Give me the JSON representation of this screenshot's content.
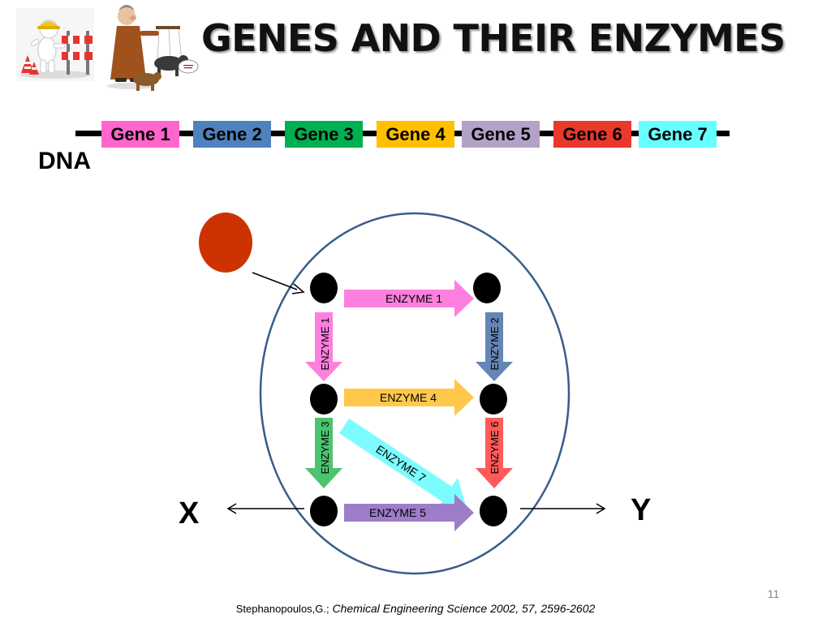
{
  "title": "GENES AND THEIR ENZYMES",
  "dna_label": "DNA",
  "genes": [
    {
      "label": "Gene 1",
      "color": "#ff66cc"
    },
    {
      "label": "Gene 2",
      "color": "#4f81bd"
    },
    {
      "label": "Gene 3",
      "color": "#00b050"
    },
    {
      "label": "Gene 4",
      "color": "#ffc000"
    },
    {
      "label": "Gene 5",
      "color": "#b3a2c7"
    },
    {
      "label": "Gene 6",
      "color": "#e8392c"
    },
    {
      "label": "Gene 7",
      "color": "#66ffff"
    }
  ],
  "pathway": {
    "substrate_color": "#cc3300",
    "cell_outline_color": "#385d8a",
    "enzymes": [
      {
        "id": "enzyme-1-horizontal",
        "label": "ENZYME 1",
        "color": "#ff7fdf"
      },
      {
        "id": "enzyme-1-vertical",
        "label": "ENZYME 1",
        "color": "#ff7fdf"
      },
      {
        "id": "enzyme-2",
        "label": "ENZYME 2",
        "color": "#6485b5"
      },
      {
        "id": "enzyme-3",
        "label": "ENZYME 3",
        "color": "#4cc36e"
      },
      {
        "id": "enzyme-4",
        "label": "ENZYME 4",
        "color": "#ffc84a"
      },
      {
        "id": "enzyme-5",
        "label": "ENZYME 5",
        "color": "#9d7cc8"
      },
      {
        "id": "enzyme-6",
        "label": "ENZYME 6",
        "color": "#ff5a5a"
      },
      {
        "id": "enzyme-7",
        "label": "ENZYME 7",
        "color": "#7cfcff"
      }
    ],
    "product_left": "X",
    "product_right": "Y"
  },
  "slide_number": "11",
  "citation": {
    "author": "Stephanopoulos,G.;",
    "source": "Chemical Engineering Science 2002, 57, 2596-2602"
  }
}
